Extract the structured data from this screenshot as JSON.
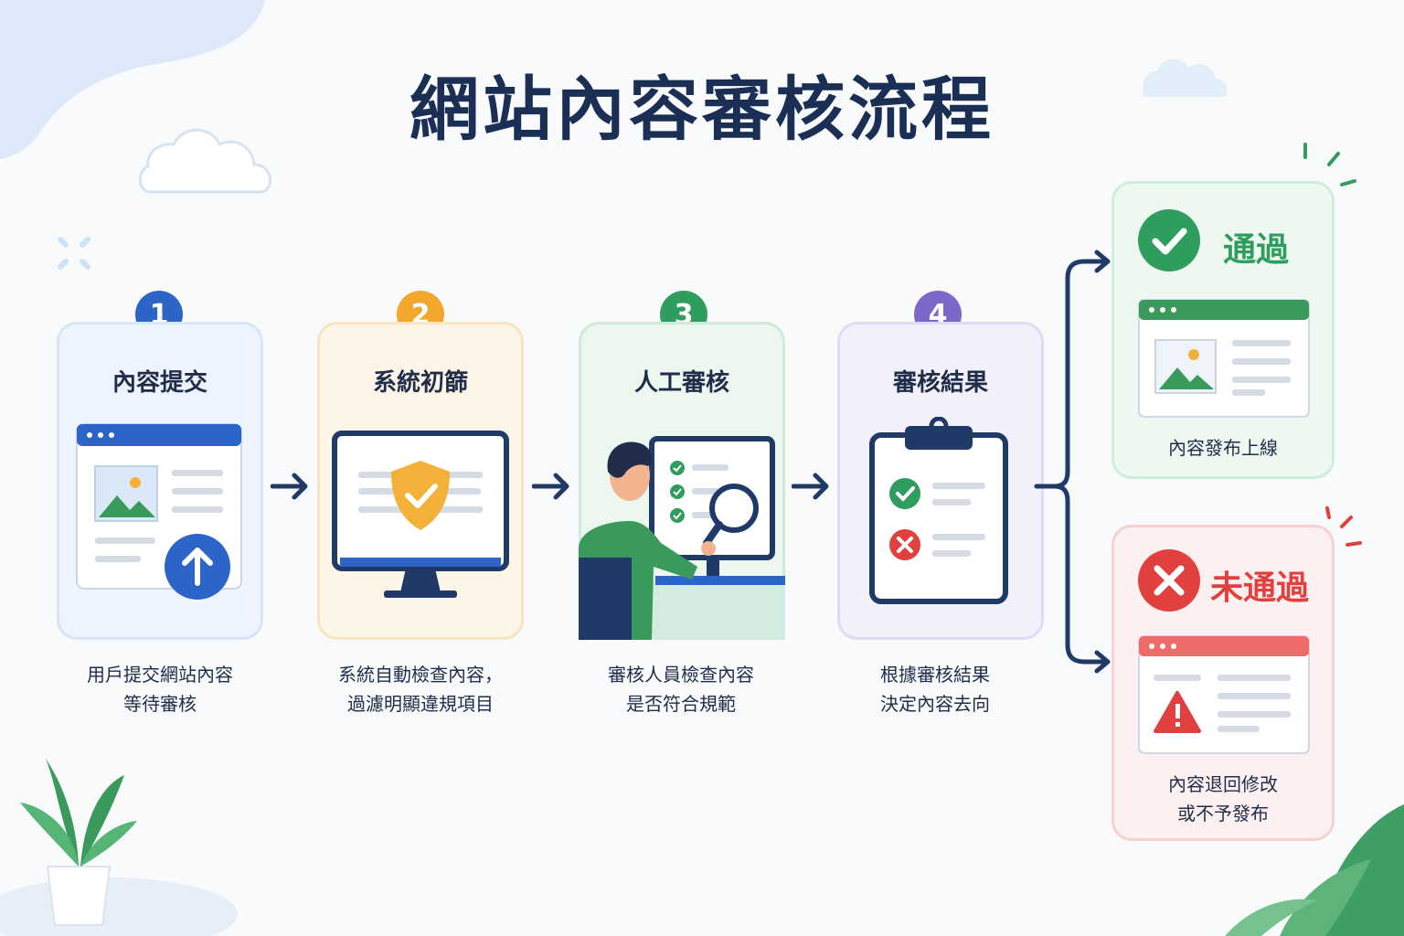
{
  "title": "網站內容審核流程",
  "steps": [
    {
      "number": "1",
      "label": "內容提交",
      "desc_line1": "用戶提交網站內容",
      "desc_line2": "等待審核",
      "badge_color": "#2c64c8",
      "card_bg": "#eef4fd",
      "card_border": "#d7e5f8"
    },
    {
      "number": "2",
      "label": "系統初篩",
      "desc_line1": "系統自動檢查內容，",
      "desc_line2": "過濾明顯違規項目",
      "badge_color": "#f3a72d",
      "card_bg": "#fdf6e8",
      "card_border": "#f8e4bd"
    },
    {
      "number": "3",
      "label": "人工審核",
      "desc_line1": "審核人員檢查內容",
      "desc_line2": "是否符合規範",
      "badge_color": "#2f9d5d",
      "card_bg": "#ecf7ef",
      "card_border": "#cfead8"
    },
    {
      "number": "4",
      "label": "審核結果",
      "desc_line1": "根據審核結果",
      "desc_line2": "決定內容去向",
      "badge_color": "#7c68c8",
      "card_bg": "#f2f0fb",
      "card_border": "#e0dbf4"
    }
  ],
  "results": {
    "pass": {
      "title": "通過",
      "desc": "內容發布上線",
      "color": "#2f9d5d"
    },
    "fail": {
      "title": "未通過",
      "desc_line1": "內容退回修改",
      "desc_line2": "或不予發布",
      "color": "#e0413f"
    }
  }
}
